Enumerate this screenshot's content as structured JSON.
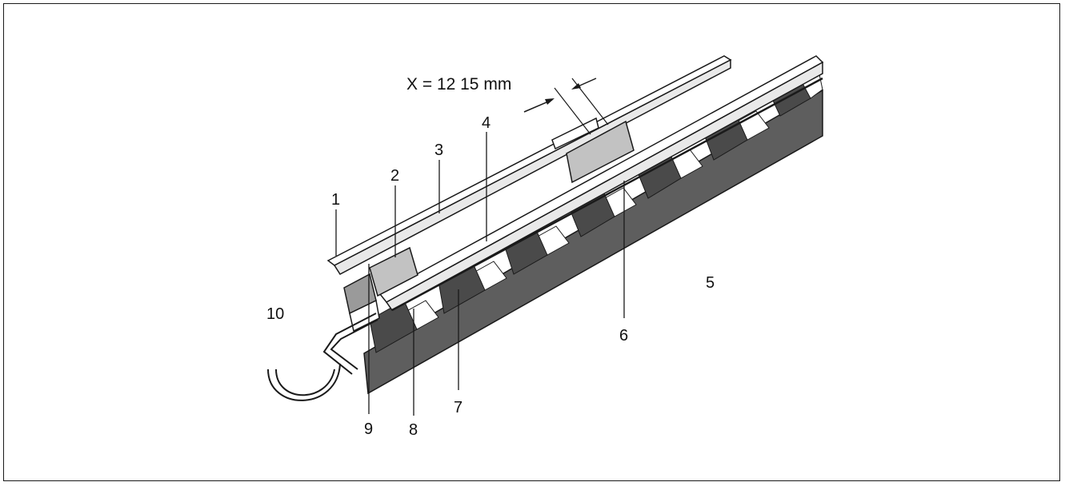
{
  "dimension": {
    "label": "X = 12 15 mm"
  },
  "callouts": [
    {
      "id": "1",
      "text": "1"
    },
    {
      "id": "2",
      "text": "2"
    },
    {
      "id": "3",
      "text": "3"
    },
    {
      "id": "4",
      "text": "4"
    },
    {
      "id": "5",
      "text": "5"
    },
    {
      "id": "6",
      "text": "6"
    },
    {
      "id": "7",
      "text": "7"
    },
    {
      "id": "8",
      "text": "8"
    },
    {
      "id": "9",
      "text": "9"
    },
    {
      "id": "10",
      "text": "10"
    }
  ],
  "colors": {
    "roof_dark": "#5e5e5e",
    "roof_light": "#ffffff",
    "roof_block": "#4a4a4a",
    "panel_fill": "#e9e9e9",
    "spacer_fill": "#c2c2c2",
    "line": "#1a1a1a"
  }
}
